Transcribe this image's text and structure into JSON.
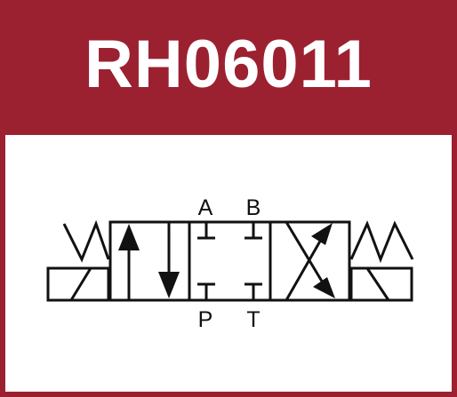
{
  "header": {
    "title": "RH06011"
  },
  "diagram": {
    "ports": {
      "top_left": "A",
      "top_right": "B",
      "bottom_left": "P",
      "bottom_right": "T"
    },
    "colors": {
      "brand": "#9b2131",
      "panel": "#ffffff",
      "line": "#111111"
    }
  }
}
